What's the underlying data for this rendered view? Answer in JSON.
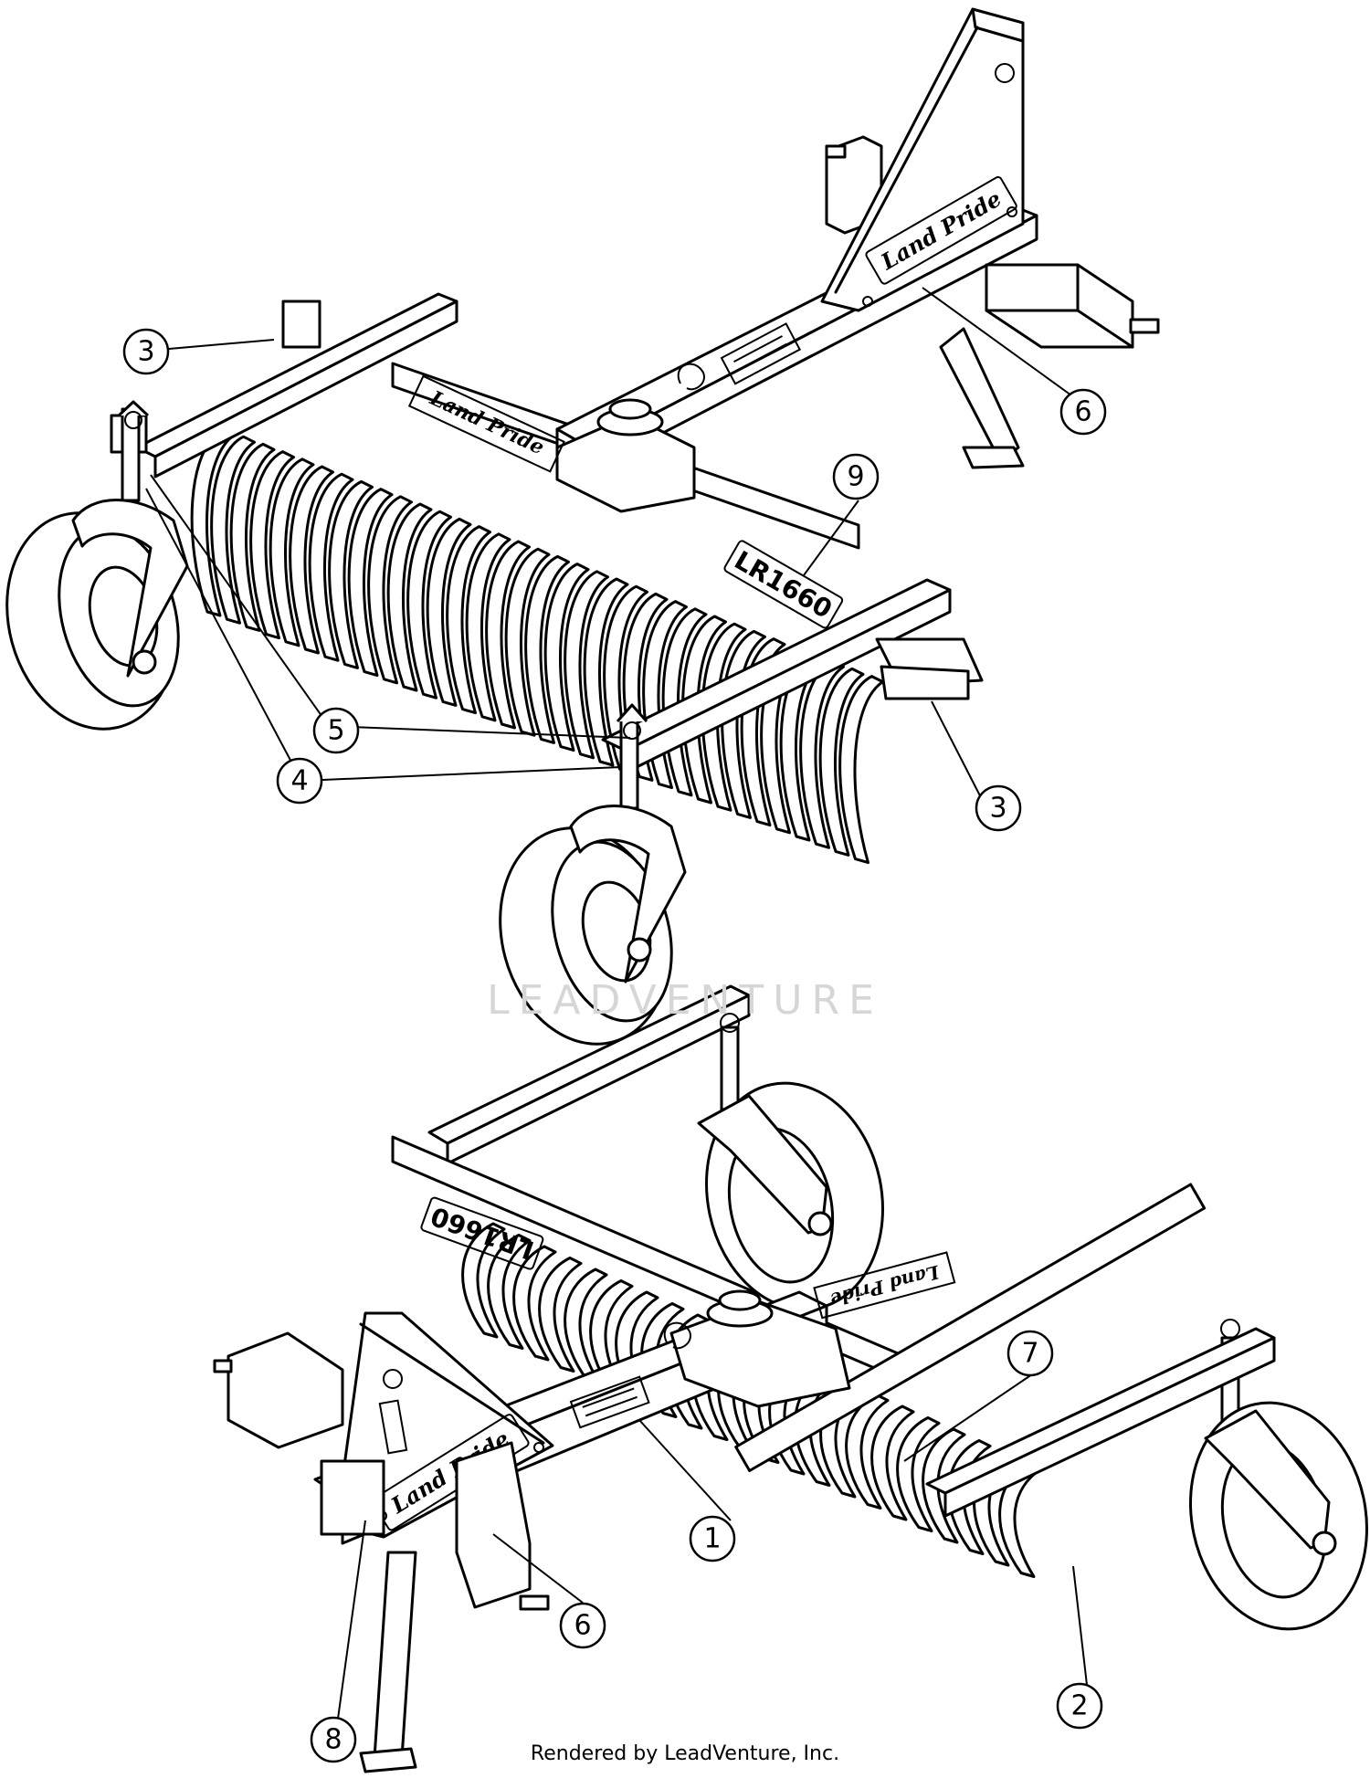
{
  "watermark": "LEADVENTURE",
  "credit": "Rendered by LeadVenture, Inc.",
  "decals": {
    "brand": "Land Pride",
    "model": "LR1660"
  },
  "callouts": [
    {
      "id": "c3a",
      "label": "3"
    },
    {
      "id": "c6a",
      "label": "6"
    },
    {
      "id": "c9",
      "label": "9"
    },
    {
      "id": "c5",
      "label": "5"
    },
    {
      "id": "c4",
      "label": "4"
    },
    {
      "id": "c3b",
      "label": "3"
    },
    {
      "id": "c7",
      "label": "7"
    },
    {
      "id": "c1",
      "label": "1"
    },
    {
      "id": "c8",
      "label": "8"
    },
    {
      "id": "c6b",
      "label": "6"
    },
    {
      "id": "c2",
      "label": "2"
    }
  ]
}
